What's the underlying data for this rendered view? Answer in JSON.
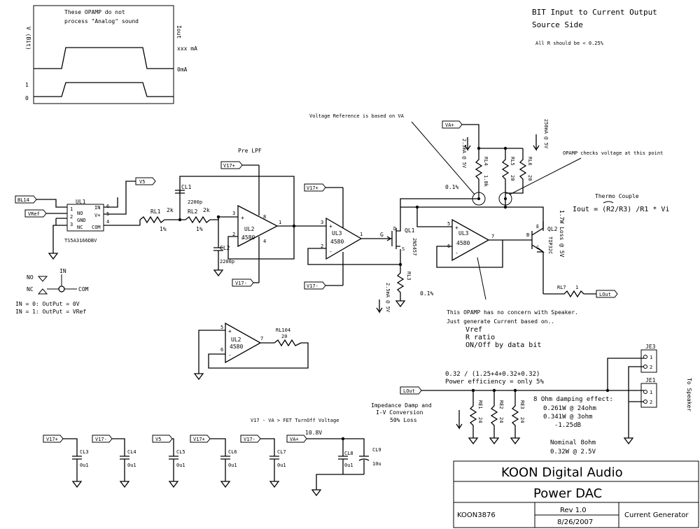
{
  "title_block": {
    "company": "KOON Digital Audio",
    "product": "Power DAC",
    "doc_number": "KOON3876",
    "revision": "Rev 1.0",
    "date": "8/26/2007",
    "sheet_name": "Current Generator"
  },
  "header": {
    "title_line1": "BIT Input to Current Output",
    "title_line2": "Source Side",
    "note_r": "All R should be < 0.25%"
  },
  "waveform": {
    "caption_line1": "These OPAMP do not",
    "caption_line2": "process \"Analog\" sound",
    "left_axis": "V (Bit)",
    "right_axis": "Iout",
    "level_high": "xxx mA",
    "level_low": "0mA",
    "bit_one": "1",
    "bit_zero": "0"
  },
  "switch_legend": {
    "in_label": "IN",
    "no_label": "NO",
    "nc_label": "NC",
    "com_label": "COM",
    "line1": "IN = 0: OutPut = 0V",
    "line2": "IN = 1: OutPut = VRef"
  },
  "nets": {
    "bl14": "BL14",
    "vref": "VRef",
    "v5": "V5",
    "v17p": "V17+",
    "v17m": "V17-",
    "va": "VA+",
    "lout": "LOut"
  },
  "ul1": {
    "ref": "UL1",
    "part": "TS5A3166DBV",
    "pins": [
      "NO",
      "GND",
      "NC",
      "IN",
      "V+",
      "COM"
    ],
    "pin_numbers": [
      "1",
      "2",
      "3",
      "6",
      "5",
      "4"
    ]
  },
  "lpf": {
    "label": "Pre LPF",
    "rl1": "RL1",
    "rl1_val": "2k",
    "rl1_tol": "1%",
    "rl2": "RL2",
    "rl2_val": "2k",
    "rl2_tol": "1%",
    "cl1": "CL1",
    "cl1_val": "2200p",
    "cl2": "CL2",
    "cl2_val": "2200p"
  },
  "opamps": {
    "ul2a": {
      "ref": "UL2",
      "part": "4580",
      "pin_p": "3",
      "pin_n": "2",
      "pin_out": "1",
      "pin_vp": "8",
      "pin_vm": "4"
    },
    "ul3a": {
      "ref": "UL3",
      "part": "4580",
      "pin_p": "3",
      "pin_n": "2",
      "pin_out": "1"
    },
    "ul3b": {
      "ref": "UL3",
      "part": "4580",
      "pin_p": "5",
      "pin_n": "6",
      "pin_out": "7"
    },
    "ul2b": {
      "ref": "UL2",
      "part": "4580",
      "pin_p": "5",
      "pin_n": "6",
      "pin_out": "7"
    }
  },
  "transistors": {
    "ql1": "QL1",
    "ql1_part": "2N5457",
    "ql2": "QL2",
    "ql2_part": "TIP32C",
    "loss": "1.7W Loss @ 5V"
  },
  "resistors": {
    "rl3": "RL3",
    "rl3_val": "0.1%",
    "rl3_current": "2.5mA @ 5V",
    "rl4": "RL4",
    "rl4_val": "1.0k",
    "rl4_current": "2.5mA @ 5V",
    "rl5": "RL5",
    "rl5_val": "20",
    "rl6": "RL6",
    "rl6_val": "20",
    "rl6_current": "250mA @ 5V",
    "rl7": "RL7",
    "rl7_val": "1",
    "rl104": "RL104",
    "rl104_val": "20",
    "pct_left": "0.1%",
    "pct_right": "0.1%"
  },
  "annotations": {
    "vref_note": "Voltage Reference is based on VA",
    "opamp_checks": "OPAMP checks voltage at this point",
    "thermo": "Thermo Couple",
    "formula": "Iout = (R2/R3) /R1 * Vi",
    "concern_line1": "This OPAMP has no concern with Speaker.",
    "concern_line2": "Just generate Current based on..",
    "concern_line3": "Vref",
    "concern_line4": "R ratio",
    "concern_line5": "ON/Off by data bit",
    "efficiency_line1": "0.32 / (1.25+4+0.32+0.32)",
    "efficiency_line2": "Power efficiency = only 5%",
    "impedance_line1": "Impedance Damp and",
    "impedance_line2": "I-V Conversion",
    "impedance_line3": "50% Loss",
    "damping_line1": "8 Ohm damping effect:",
    "damping_line2": "0.261W @ 24ohm",
    "damping_line3": "0.341W @ 3ohm",
    "damping_line4": "-1.25dB",
    "nominal_line1": "Nominal 8ohm",
    "nominal_line2": "0.32W @ 2.5V",
    "fet_note": "V17 - VA > FET TurnOff Voltage",
    "supply_v": "10.8V",
    "to_speaker": "To Speaker"
  },
  "output": {
    "re1": "RE1",
    "re2": "RE2",
    "re3": "RE3",
    "re_val": "24",
    "je3": "JE3",
    "je1": "JE1",
    "pin1": "1",
    "pin2": "2"
  },
  "decoupling": [
    {
      "net": "V17+",
      "ref": "CL3",
      "val": "0u1"
    },
    {
      "net": "V17-",
      "ref": "CL4",
      "val": "0u1"
    },
    {
      "net": "V5",
      "ref": "CL5",
      "val": "0u1"
    },
    {
      "net": "V17+",
      "ref": "CL6",
      "val": "0u1"
    },
    {
      "net": "V17-",
      "ref": "CL7",
      "val": "0u1"
    }
  ],
  "bulk": {
    "net": "VA+",
    "c8": "CL8",
    "c8_val": "0u1",
    "c9": "CL9",
    "c9_val": "10u"
  }
}
